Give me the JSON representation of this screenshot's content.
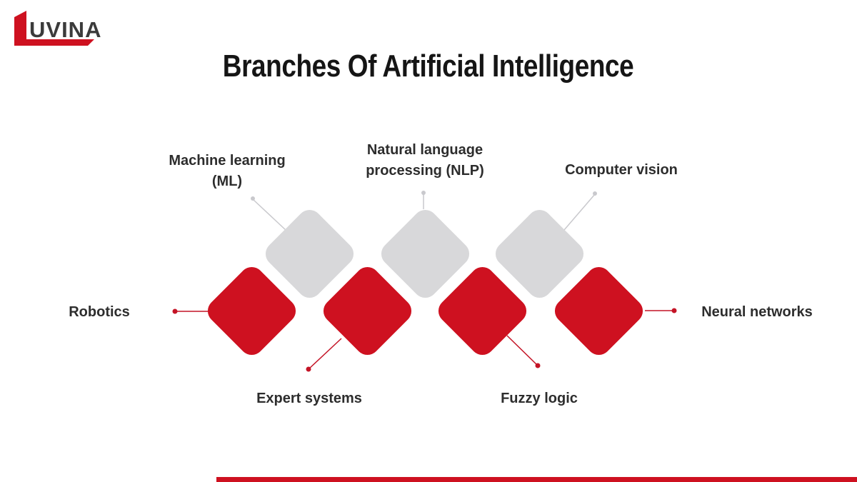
{
  "logo": {
    "text": "UVINA"
  },
  "title": "Branches Of Artificial Intelligence",
  "branches": {
    "machine_learning": {
      "label": "Machine learning (ML)",
      "node_color": "gray"
    },
    "natural_language_processing": {
      "label": "Natural language processing (NLP)",
      "node_color": "gray"
    },
    "computer_vision": {
      "label": "Computer vision",
      "node_color": "gray"
    },
    "robotics": {
      "label": "Robotics",
      "node_color": "red"
    },
    "expert_systems": {
      "label": "Expert systems",
      "node_color": "red"
    },
    "fuzzy_logic": {
      "label": "Fuzzy logic",
      "node_color": "red"
    },
    "neural_networks": {
      "label": "Neural networks",
      "node_color": "red"
    }
  },
  "colors": {
    "red": "#ce1120",
    "gray": "#d8d8da",
    "connector_red": "#c41426",
    "connector_gray": "#c9c9cd",
    "text": "#2d2d2d"
  }
}
